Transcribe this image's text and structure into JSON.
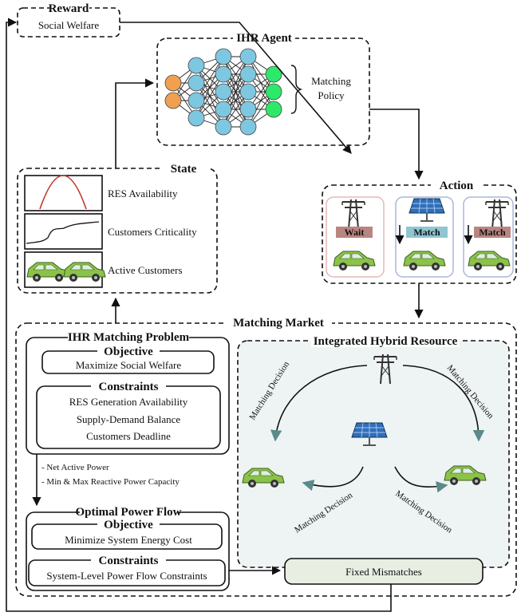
{
  "reward": {
    "title": "Reward",
    "label": "Social Welfare"
  },
  "agent": {
    "title": "IHR Agent",
    "policy_line1": "Matching",
    "policy_line2": "Policy"
  },
  "state": {
    "title": "State",
    "items": [
      "RES Availability",
      "Customers Criticality",
      "Active Customers"
    ]
  },
  "action": {
    "title": "Action",
    "cards": [
      {
        "label": "Wait",
        "color": "#b98580"
      },
      {
        "label": "Match",
        "color": "#8fc6d2"
      },
      {
        "label": "Match",
        "color": "#b98580"
      }
    ]
  },
  "market": {
    "title": "Matching Market"
  },
  "ihr_problem": {
    "title": "IHR Matching Problem",
    "objective_title": "Objective",
    "objective": "Maximize Social Welfare",
    "constraints_title": "Constraints",
    "constraints": [
      "RES Generation Availability",
      "Supply-Demand Balance",
      "Customers Deadline"
    ]
  },
  "notes": [
    "- Net Active Power",
    "- Min & Max Reactive Power Capacity"
  ],
  "opf": {
    "title": "Optimal Power Flow",
    "objective_title": "Objective",
    "objective": "Minimize System Energy Cost",
    "constraints_title": "Constraints",
    "constraints": [
      "System-Level Power Flow Constraints"
    ]
  },
  "hybrid": {
    "title": "Integrated Hybrid Resource",
    "decision_label": "Matching Decision"
  },
  "mismatch": {
    "label": "Fixed Mismatches"
  },
  "colors": {
    "input_node": "#f0a050",
    "hidden_node": "#7ec7e0",
    "output_node": "#2ee86a",
    "car": "#8bc34a",
    "panel_bg": "#eef3f4",
    "mismatch_bg": "#e8efe2",
    "wait_card_border": "#e8b8b8",
    "match_card_border": "#a8b8d8",
    "curve": "#c0392b"
  }
}
